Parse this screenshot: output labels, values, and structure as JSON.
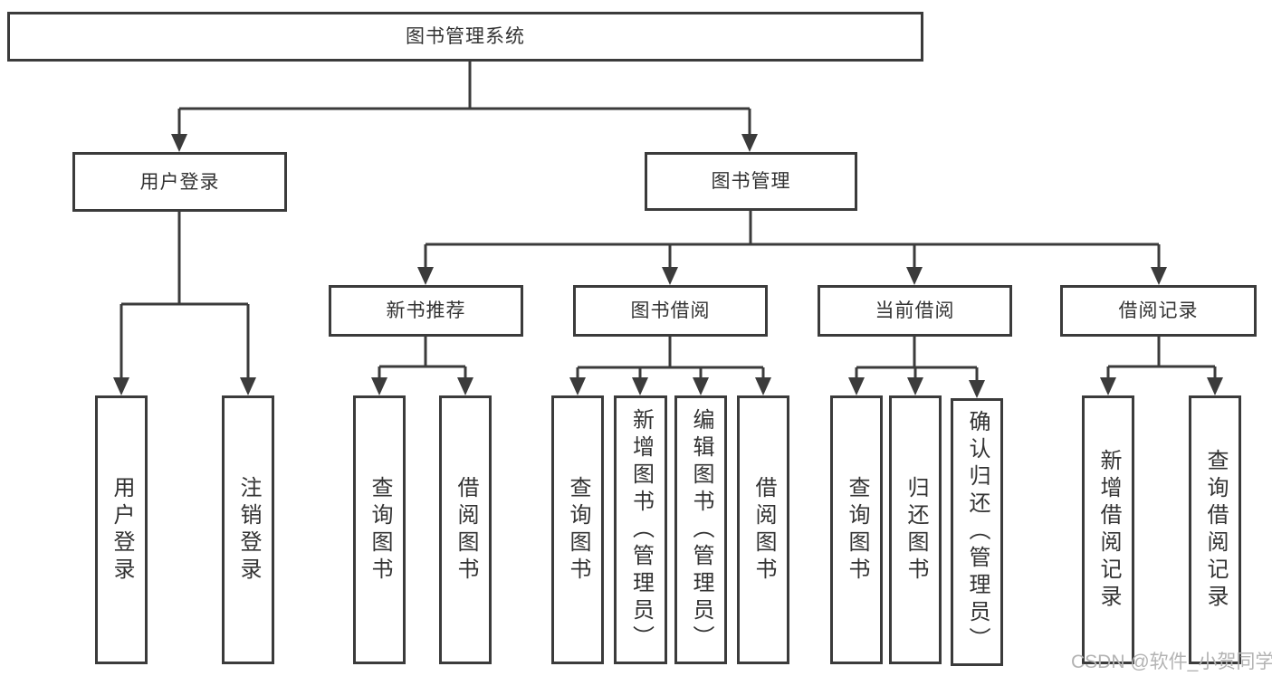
{
  "diagram_type": "hierarchy-tree",
  "tree": {
    "label": "图书管理系统",
    "children": [
      {
        "label": "用户登录",
        "children": [
          {
            "label": "用户登录"
          },
          {
            "label": "注销登录"
          }
        ]
      },
      {
        "label": "图书管理",
        "children": [
          {
            "label": "新书推荐",
            "children": [
              {
                "label": "查询图书"
              },
              {
                "label": "借阅图书"
              }
            ]
          },
          {
            "label": "图书借阅",
            "children": [
              {
                "label": "查询图书"
              },
              {
                "label": "新增图书（管理员）"
              },
              {
                "label": "编辑图书（管理员）"
              },
              {
                "label": "借阅图书"
              }
            ]
          },
          {
            "label": "当前借阅",
            "children": [
              {
                "label": "查询图书"
              },
              {
                "label": "归还图书"
              },
              {
                "label": "确认归还（管理员）"
              }
            ]
          },
          {
            "label": "借阅记录",
            "children": [
              {
                "label": "新增借阅记录"
              },
              {
                "label": "查询借阅记录"
              }
            ]
          }
        ]
      }
    ]
  },
  "watermark": {
    "text": "CSDN @软件_小贺同学"
  },
  "colors": {
    "line": "#3b3b3b",
    "text": "#333333",
    "watermark": "#b3b3b3",
    "background": "#ffffff"
  }
}
